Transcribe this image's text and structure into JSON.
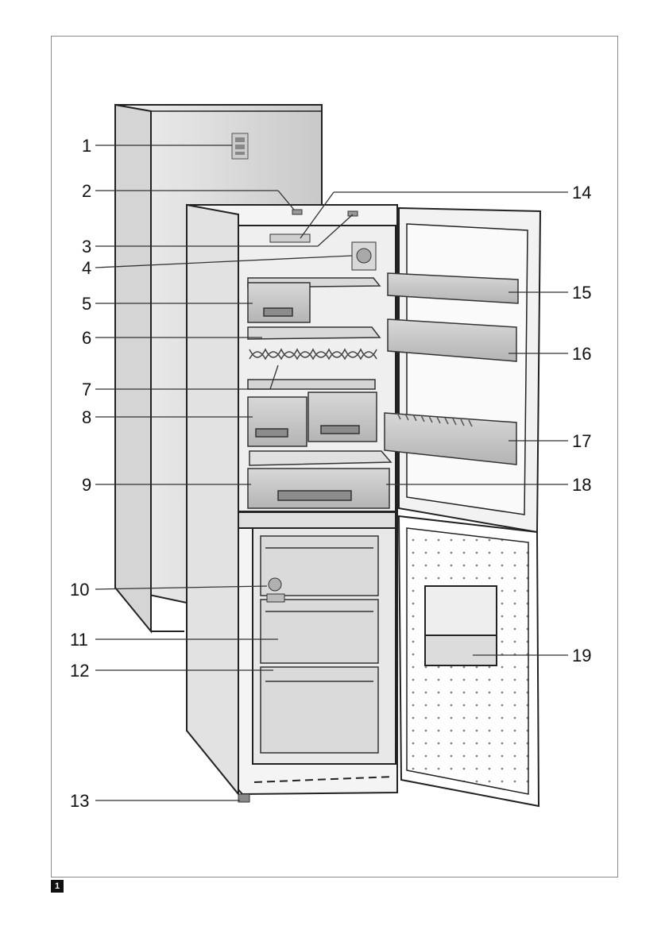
{
  "diagram": {
    "callouts": [
      {
        "id": "1"
      },
      {
        "id": "2"
      },
      {
        "id": "3"
      },
      {
        "id": "4"
      },
      {
        "id": "5"
      },
      {
        "id": "6"
      },
      {
        "id": "7"
      },
      {
        "id": "8"
      },
      {
        "id": "9"
      },
      {
        "id": "10"
      },
      {
        "id": "11"
      },
      {
        "id": "12"
      },
      {
        "id": "13"
      },
      {
        "id": "14"
      },
      {
        "id": "15"
      },
      {
        "id": "16"
      },
      {
        "id": "17"
      },
      {
        "id": "18"
      },
      {
        "id": "19"
      }
    ]
  },
  "figure_number": "1",
  "colors": {
    "line": "#222222",
    "panel_light": "#e6e6e6",
    "panel_mid": "#cfcfcf",
    "panel_dark": "#9a9a9a",
    "leader": "#333333"
  }
}
